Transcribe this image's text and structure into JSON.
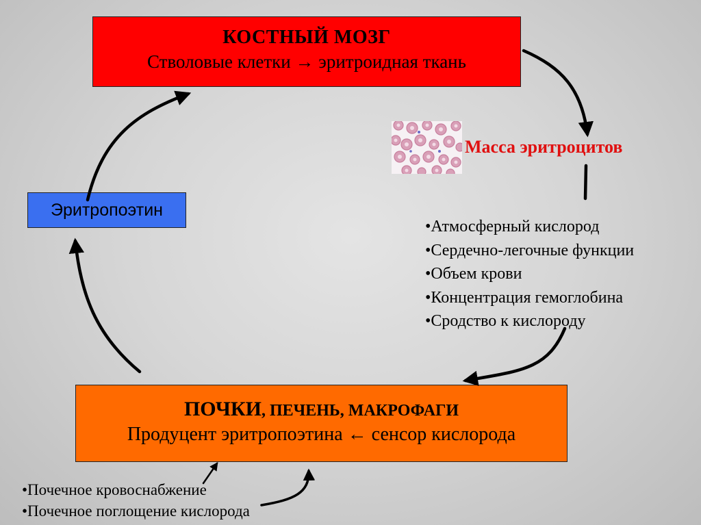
{
  "bone_marrow": {
    "title": "КОСТНЫЙ МОЗГ",
    "subtitle": "Стволовые клетки → эритроидная ткань"
  },
  "erythropoietin_label": "Эритропоэтин",
  "erythrocyte_mass_label": "Масса эритроцитов",
  "oxygen_factors": [
    "•Атмосферный кислород",
    "•Сердечно-легочные функции",
    "•Объем крови",
    "•Концентрация гемоглобина",
    "•Сродство к кислороду"
  ],
  "kidney": {
    "title_main": "ПОЧКИ",
    "title_rest": ", ПЕЧЕНЬ, МАКРОФАГИ",
    "subtitle": "Продуцент эритропоэтина ← сенсор кислорода"
  },
  "kidney_factors": [
    "•Почечное кровоснабжение",
    "•Почечное поглощение кислорода"
  ],
  "colors": {
    "bone_marrow_box": "#ff0000",
    "erythropoietin_box": "#3a6ff0",
    "kidney_box": "#ff6a00",
    "mass_label": "#e01010"
  }
}
